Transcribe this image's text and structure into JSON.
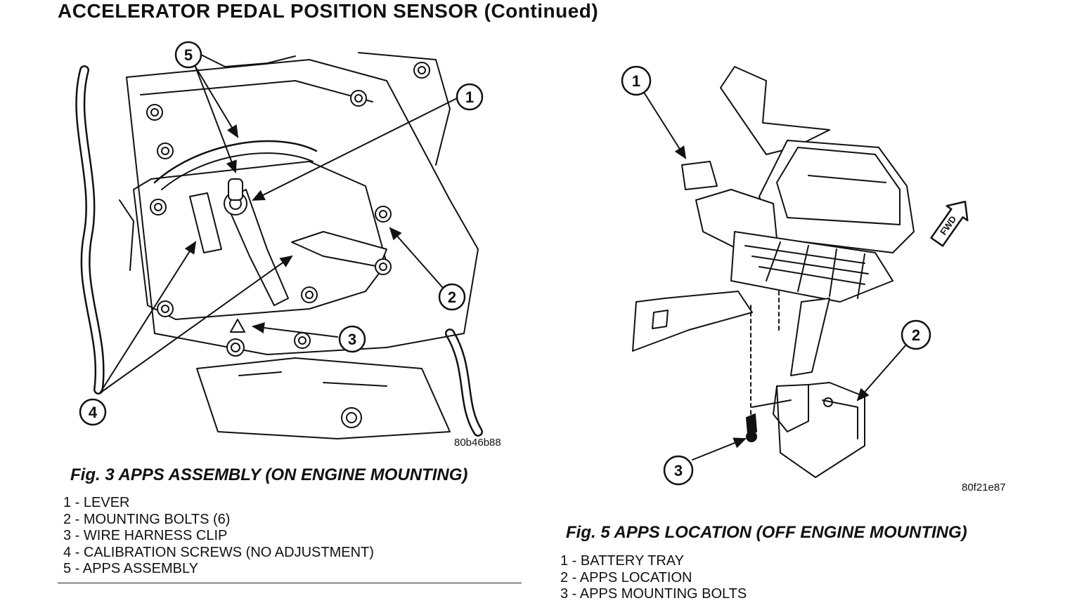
{
  "page": {
    "title": "ACCELERATOR PEDAL POSITION SENSOR (Continued)"
  },
  "figure3": {
    "code": "80b46b88",
    "caption": "Fig. 3 APPS ASSEMBLY (ON ENGINE MOUNTING)",
    "callouts": [
      "1",
      "2",
      "3",
      "4",
      "5"
    ],
    "legend": [
      "1 - LEVER",
      "2 - MOUNTING BOLTS (6)",
      "3 - WIRE HARNESS CLIP",
      "4 - CALIBRATION SCREWS (NO ADJUSTMENT)",
      "5 - APPS ASSEMBLY"
    ]
  },
  "figure5": {
    "code": "80f21e87",
    "caption": "Fig. 5 APPS LOCATION (OFF ENGINE MOUNTING)",
    "callouts": [
      "1",
      "2",
      "3"
    ],
    "fwd_label": "FWD",
    "legend": [
      "1 - BATTERY TRAY",
      "2 - APPS LOCATION",
      "3 - APPS MOUNTING BOLTS"
    ]
  }
}
